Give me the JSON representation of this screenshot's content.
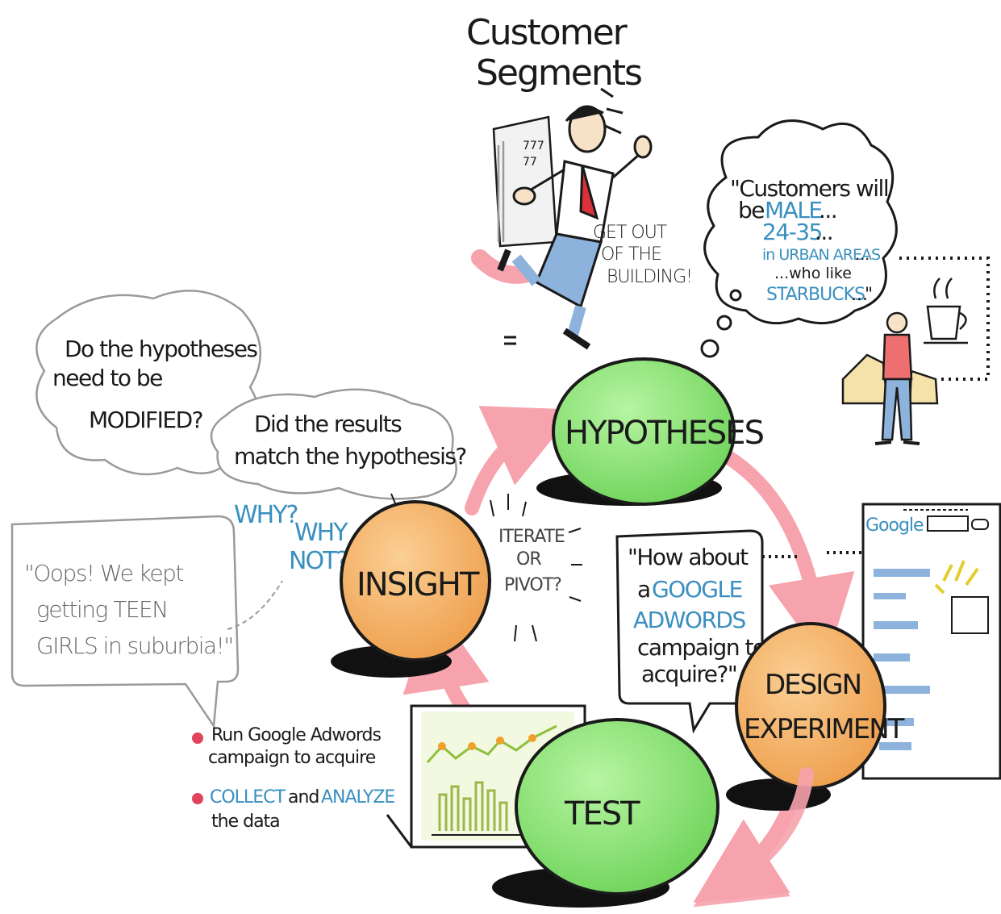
{
  "colors": {
    "green_node": "#8fe27a",
    "orange_node": "#f5b36a",
    "arrow_pink": "#f6a3ad",
    "ink": "#1a1a1a",
    "blue_text": "#3a8fc0",
    "bullet_red": "#e0435a"
  },
  "title": [
    "Customer",
    "Segments"
  ],
  "get_out": [
    "GET OUT",
    "OF THE",
    "BUILDING!"
  ],
  "customer_thought": {
    "line1": "\"Customers will",
    "line2_prefix": "be",
    "male": "MALE",
    "age": "24-35",
    "urban": "in URBAN AREAS",
    "who_like": "...who like",
    "starbucks": "STARBUCKS",
    "dots": "...",
    "close_quote": "\""
  },
  "nodes": {
    "hypotheses": "HYPOTHESES",
    "design": [
      "DESIGN",
      "EXPERIMENT"
    ],
    "test": "TEST",
    "insight": "INSIGHT"
  },
  "iterate": [
    "ITERATE",
    "OR",
    "PIVOT?"
  ],
  "modify_bubble": [
    "Do the hypotheses",
    "need to be",
    "MODIFIED?"
  ],
  "match_bubble": [
    "Did the results",
    "match the hypothesis?"
  ],
  "why": [
    "WHY?",
    "WHY",
    "NOT?"
  ],
  "oops_bubble": [
    "\"Oops! We kept",
    "getting TEEN",
    "GIRLS in suburbia!\""
  ],
  "adwords_bubble": {
    "line1": "\"How about",
    "line2_prefix": "a",
    "google": "GOOGLE",
    "adwords": "ADWORDS",
    "line4": "campaign to",
    "line5": "acquire?\""
  },
  "google_logo": "Google",
  "bullets": {
    "b1": [
      "Run Google Adwords",
      "campaign to acquire"
    ],
    "b2_collect": "COLLECT",
    "b2_and": "and",
    "b2_analyze": "ANALYZE",
    "b2_tail": "the data"
  }
}
